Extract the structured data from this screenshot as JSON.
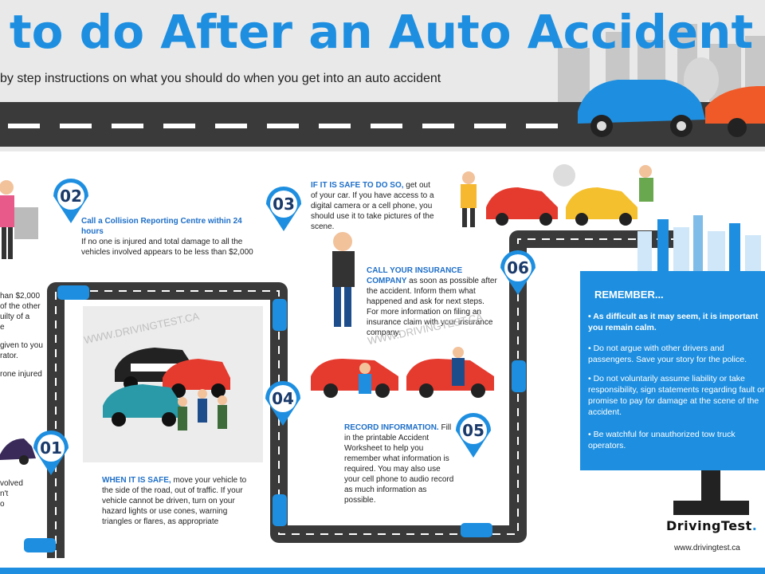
{
  "header": {
    "title": "t to do After an Auto Accident",
    "subtitle": "by step instructions on what you should do when you get into an auto accident"
  },
  "steps": [
    {
      "number": "01",
      "text_lines": [
        "volved",
        "n't",
        "o"
      ]
    },
    {
      "number": "02",
      "heading": "Call a Collision Reporting Centre within 24 hours",
      "body": "If no one is injured and total damage to all the vehicles involved appears to be less than $2,000"
    },
    {
      "number": "03",
      "lead": "IF IT IS SAFE TO DO SO,",
      "body": " get out of your car. If you have access to a digital camera or a cell phone, you should use it to take pictures of the scene."
    },
    {
      "number": "04",
      "lead": "WHEN IT IS SAFE,",
      "body": " move your vehicle to the side of the road, out of traffic. If your vehicle cannot be driven, turn on your hazard lights or use cones, warning triangles or flares, as appropriate"
    },
    {
      "number": "05",
      "lead": "RECORD INFORMATION.",
      "body": " Fill in the printable Accident Worksheet to help you remember what information is required. You may also use your cell phone to audio record as much information as possible."
    },
    {
      "number": "06",
      "lead": "CALL YOUR INSURANCE COMPANY",
      "body": " as soon as possible after the accident. Inform them what happened and ask for next steps. For more information on filing an insurance claim with your insurance company."
    }
  ],
  "left_cut_text": [
    "han $2,000",
    "of the other",
    "uilty of a",
    "e",
    "given to you",
    "rator.",
    "rone injured"
  ],
  "watermark": "WWW.DRIVINGTEST.CA",
  "remember": {
    "title": "REMEMBER...",
    "items": [
      "• As difficult as it may seem, it is important you remain calm.",
      "• Do not argue with other drivers and passengers. Save your story for the police.",
      "• Do not voluntarily assume liability or take responsibility, sign statements regarding fault or promise to pay for damage at the scene of the accident.",
      "• Be watchful for unauthorized tow truck operators."
    ]
  },
  "brand": {
    "name": "DrivingTest",
    "dot": ".",
    "url": "www.drivingtest.ca"
  },
  "colors": {
    "accent": "#1e8fe0",
    "road": "#3a3a3a",
    "car_red": "#e53b2f",
    "car_blue": "#1e8fe0"
  },
  "icons": [
    "location-pin-icon",
    "car-icon",
    "police-car-icon",
    "phone-icon"
  ]
}
